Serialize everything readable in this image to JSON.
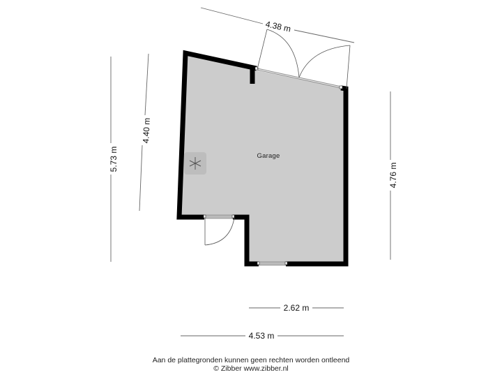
{
  "floorplan": {
    "room": {
      "name": "Garage",
      "floor_color": "#cccccc",
      "wall_color": "#000000"
    },
    "fixtures": [
      {
        "type": "fan-heater",
        "icon": "asterisk-icon"
      }
    ],
    "doors": [
      {
        "name": "double-door-top",
        "type": "double-swing"
      },
      {
        "name": "side-door-bottom-left",
        "type": "single-swing"
      },
      {
        "name": "window-bottom",
        "type": "window"
      }
    ]
  },
  "dimensions": {
    "top": "4.38 m",
    "left_outer": "5.73 m",
    "left_inner": "4.40 m",
    "right": "4.76 m",
    "bottom_inner": "2.62 m",
    "bottom_outer": "4.53 m"
  },
  "footer": {
    "disclaimer": "Aan de plattegronden kunnen geen rechten worden ontleend",
    "copyright": "© Zibber www.zibber.nl"
  }
}
